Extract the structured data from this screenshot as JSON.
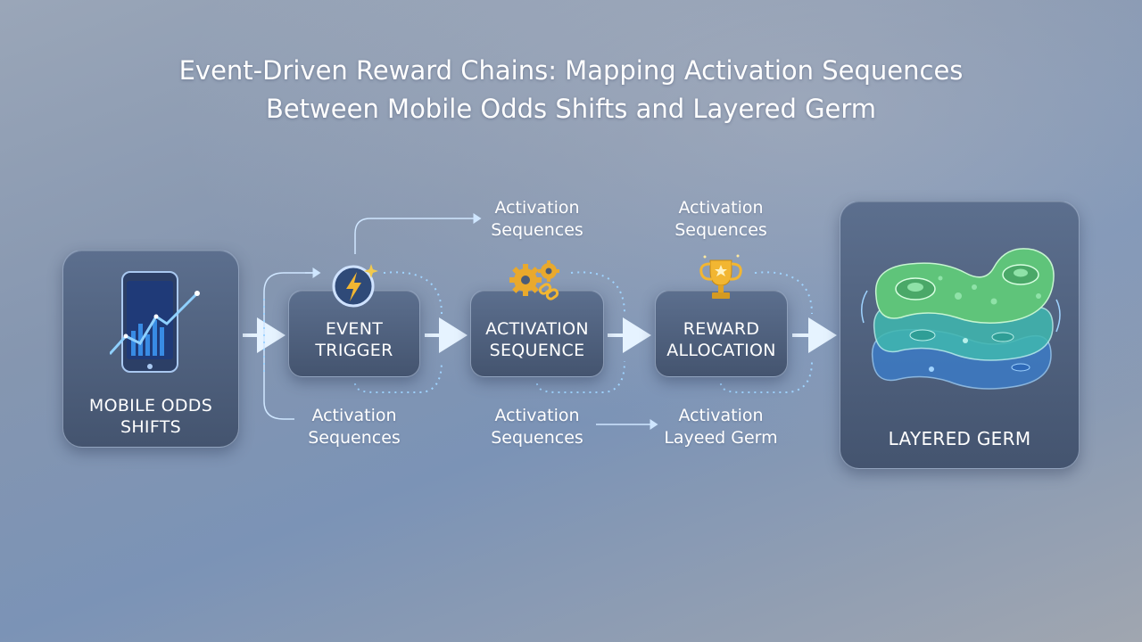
{
  "title": {
    "line1": "Event-Driven Reward Chains: Mapping Activation Sequences",
    "line2": "Between Mobile Odds Shifts and Layered Germ"
  },
  "nodes": {
    "mobile": {
      "line1": "MOBILE ODDS",
      "line2": "SHIFTS",
      "icon": "smartphone-chart-icon"
    },
    "trigger": {
      "line1": "EVENT",
      "line2": "TRIGGER",
      "icon": "lightning-bolt-icon"
    },
    "activation": {
      "line1": "ACTIVATION",
      "line2": "SEQUENCE",
      "icon": "gears-chain-icon"
    },
    "reward": {
      "line1": "REWARD",
      "line2": "ALLOCATION",
      "icon": "trophy-icon"
    },
    "germ": {
      "label": "LAYERED GERM",
      "icon": "layered-cell-icon"
    }
  },
  "notes": {
    "top_trigger": {
      "line1": "Activation",
      "line2": "Sequences"
    },
    "top_reward": {
      "line1": "Activation",
      "line2": "Sequences"
    },
    "bottom_trigger": {
      "line1": "Activation",
      "line2": "Sequences"
    },
    "bottom_activation": {
      "line1": "Activation",
      "line2": "Sequences"
    },
    "bottom_reward": {
      "line1": "Activation",
      "line2": "Layeed Germ"
    }
  },
  "colors": {
    "connector": "#d6ecff",
    "dotted": "#9fd3ff",
    "phone_glow": "#3fa0ff",
    "germ_green": "#5fc47a",
    "germ_teal": "#3fb8b0",
    "germ_blue": "#3a7fd0",
    "trophy_gold": "#f2b632"
  }
}
